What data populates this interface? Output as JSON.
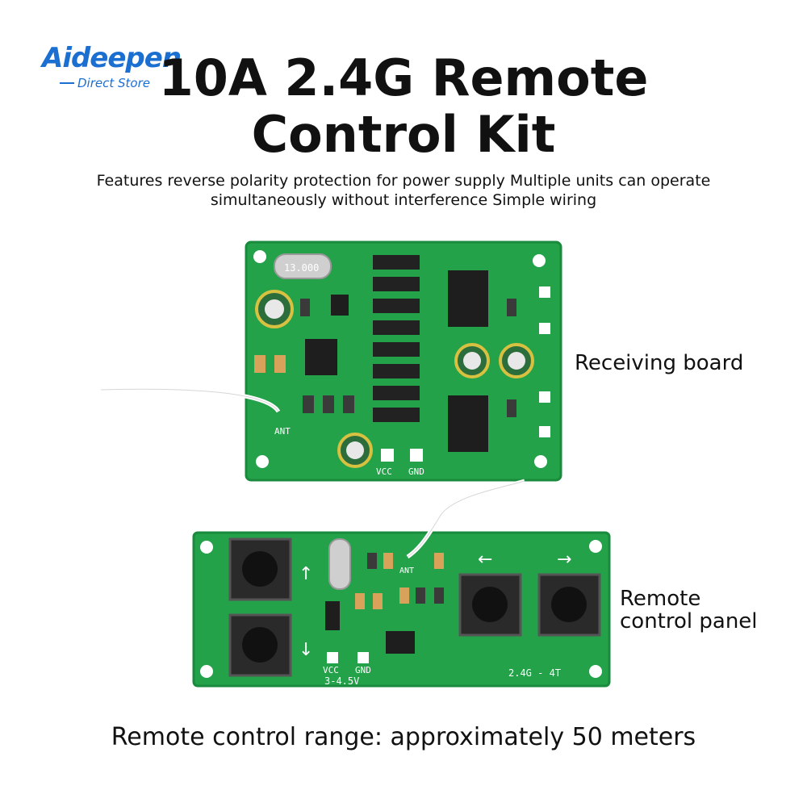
{
  "brand": {
    "name": "Aideepen",
    "tagline": "Direct Store"
  },
  "title_line1": "10A 2.4G Remote",
  "title_line2": "Control Kit",
  "subtitle": "Features reverse polarity protection for power supply Multiple units can operate simultaneously without interference Simple wiring",
  "receiving_label": "Receiving board",
  "remote_label_line1": "Remote",
  "remote_label_line2": "control panel",
  "bottom_text": "Remote control range: approximately 50 meters",
  "receiver_silk": {
    "vcc": "VCC",
    "gnd": "GND",
    "ant": "ANT",
    "crystal": "13.000"
  },
  "remote_silk": {
    "vcc": "VCC",
    "gnd": "GND",
    "voltage": "3-4.5V",
    "model": "2.4G - 4T",
    "ant": "ANT"
  },
  "colors": {
    "pcb": "#23a24a",
    "pcb_dark": "#1a8a3c",
    "brand": "#1b6fd1"
  }
}
